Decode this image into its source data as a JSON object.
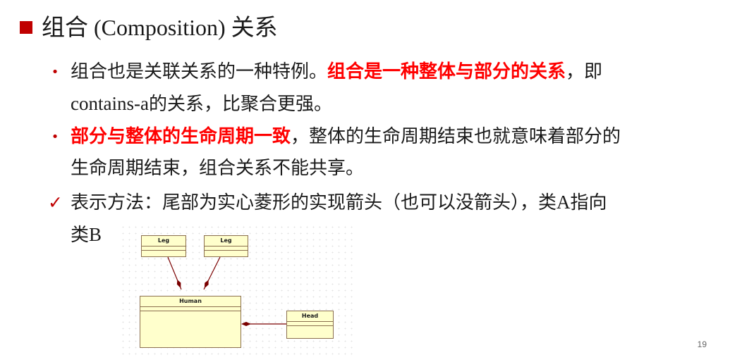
{
  "title": {
    "cn": "组合",
    "en": "(Composition)",
    "suffix": "关系"
  },
  "bullets": [
    {
      "marker": "•",
      "line1_a": "组合也是关联关系的一种特例。",
      "line1_b": "组合是一种整体与部分的关系",
      "line1_c": "，即",
      "line2_a": "contains-a",
      "line2_b": "的关系，比聚合更强。"
    },
    {
      "marker": "•",
      "line1_a": "部分与整体的生命周期一致",
      "line1_b": "，整体的生命周期结束也就意味着部分的",
      "line2": "生命周期结束，组合关系不能共享。"
    },
    {
      "marker": "✓",
      "line1_a": "表示方法：尾部为实心菱形的实现箭头（也可以没箭头），类",
      "line1_b": "A",
      "line1_c": "指向",
      "line2_a": "类",
      "line2_b": "B"
    }
  ],
  "diagram": {
    "classes": {
      "leg1": "Leg",
      "leg2": "Leg",
      "human": "Human",
      "head": "Head"
    },
    "colors": {
      "class_fill": "#ffffcc",
      "class_border": "#8b6f4e",
      "association": "#7a0000"
    }
  },
  "page_number": "19",
  "colors": {
    "accent": "#c00000",
    "highlight": "#ff0000"
  }
}
